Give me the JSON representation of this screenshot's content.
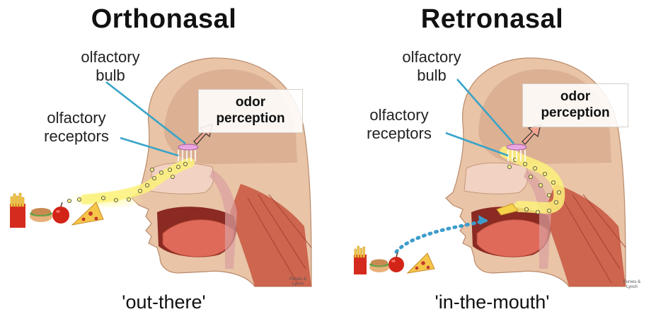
{
  "orthonasal": {
    "title": "Orthonasal",
    "caption": "'out-there'",
    "bulb_label": [
      "olfactory",
      "bulb"
    ],
    "receptors_label": [
      "olfactory",
      "receptors"
    ],
    "odor_label": [
      "odor",
      "perception"
    ]
  },
  "retronasal": {
    "title": "Retronasal",
    "caption": "'in-the-mouth'",
    "bulb_label": [
      "olfactory",
      "bulb"
    ],
    "receptors_label": [
      "olfactory",
      "receptors"
    ],
    "odor_label": [
      "odor",
      "perception"
    ]
  },
  "credit": [
    "Purves &",
    "Lynch"
  ],
  "colors": {
    "skin": "#e9c4a6",
    "skull": "#d9ad8f",
    "muscle": "#c8553f",
    "pointer_line": "#3aa4c8",
    "arrow_fill": "#f0a590",
    "bulb": "#e9a6e0",
    "odor_path": "#f5ef70",
    "flow_dots": "#3d9ccc"
  },
  "icons": [
    "fries-icon",
    "apple-icon",
    "pizza-icon",
    "sandwich-icon",
    "cheese-icon"
  ]
}
